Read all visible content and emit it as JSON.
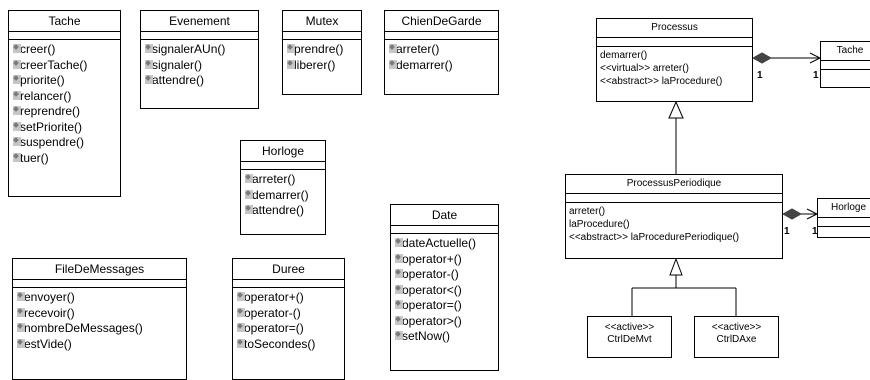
{
  "classes": {
    "tache": {
      "name": "Tache",
      "ops": [
        "creer()",
        "creerTache()",
        "priorite()",
        "relancer()",
        "reprendre()",
        "setPriorite()",
        "suspendre()",
        "tuer()"
      ]
    },
    "evenement": {
      "name": "Evenement",
      "ops": [
        "signalerAUn()",
        "signaler()",
        "attendre()"
      ]
    },
    "mutex": {
      "name": "Mutex",
      "ops": [
        "prendre()",
        "liberer()"
      ]
    },
    "chien": {
      "name": "ChienDeGarde",
      "ops": [
        "arreter()",
        "demarrer()"
      ]
    },
    "horloge": {
      "name": "Horloge",
      "ops": [
        "arreter()",
        "demarrer()",
        "attendre()"
      ]
    },
    "date": {
      "name": "Date",
      "ops": [
        "dateActuelle()",
        "operator+()",
        "operator-()",
        "operator<()",
        "operator=()",
        "operator>()",
        "setNow()"
      ]
    },
    "file": {
      "name": "FileDeMessages",
      "ops": [
        "envoyer()",
        "recevoir()",
        "nombreDeMessages()",
        "estVide()"
      ]
    },
    "duree": {
      "name": "Duree",
      "ops": [
        "operator+()",
        "operator-()",
        "operator=()",
        "toSecondes()"
      ]
    }
  },
  "right": {
    "processus": {
      "name": "Processus",
      "ops": [
        "demarrer()",
        "<<virtual>> arreter()",
        "<<abstract>> laProcedure()"
      ]
    },
    "periodique": {
      "name": "ProcessusPeriodique",
      "ops": [
        "arreter()",
        "laProcedure()",
        "<<abstract>> laProcedurePeriodique()"
      ]
    },
    "tache_ref": {
      "name": "Tache"
    },
    "horloge_ref": {
      "name": "Horloge"
    },
    "ctrl_mvt": {
      "stereotype": "<<active>>",
      "name": "CtrlDeMvt"
    },
    "ctrl_axe": {
      "stereotype": "<<active>>",
      "name": "CtrlDAxe"
    },
    "multiplicities": {
      "proc_left": "1",
      "proc_right": "1",
      "per_left": "1",
      "per_right": "1"
    }
  }
}
